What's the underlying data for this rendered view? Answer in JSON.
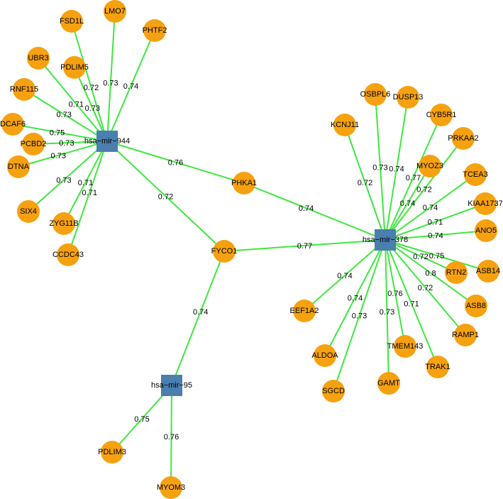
{
  "colors": {
    "edge": "#3ee83e",
    "gene_node": "#f6a10f",
    "mirna_node": "#4a7fae",
    "background": "#ffffff"
  },
  "nodes": [
    {
      "id": "m944",
      "label": "hsa−mir−944",
      "shape": "square"
    },
    {
      "id": "m378",
      "label": "hsa−mir−378",
      "shape": "square"
    },
    {
      "id": "m95",
      "label": "hsa−mir−95",
      "shape": "square"
    },
    {
      "id": "FSD1L",
      "label": "FSD1L",
      "shape": "circle"
    },
    {
      "id": "LMO7",
      "label": "LMO7",
      "shape": "circle"
    },
    {
      "id": "PHTF2",
      "label": "PHTF2",
      "shape": "circle"
    },
    {
      "id": "UBR3",
      "label": "UBR3",
      "shape": "circle"
    },
    {
      "id": "PDLIM5",
      "label": "PDLIM5",
      "shape": "circle"
    },
    {
      "id": "RNF115",
      "label": "RNF115",
      "shape": "circle"
    },
    {
      "id": "DCAF6",
      "label": "DCAF6",
      "shape": "circle"
    },
    {
      "id": "PCBD2",
      "label": "PCBD2",
      "shape": "circle"
    },
    {
      "id": "DTNA",
      "label": "DTNA",
      "shape": "circle"
    },
    {
      "id": "SIX4",
      "label": "SIX4",
      "shape": "circle"
    },
    {
      "id": "ZYG11B",
      "label": "ZYG11B",
      "shape": "circle"
    },
    {
      "id": "CCDC43",
      "label": "CCDC43",
      "shape": "circle"
    },
    {
      "id": "PHKA1",
      "label": "PHKA1",
      "shape": "circle"
    },
    {
      "id": "FYCO1",
      "label": "FYCO1",
      "shape": "circle"
    },
    {
      "id": "OSBPL6",
      "label": "OSBPL6",
      "shape": "circle"
    },
    {
      "id": "DUSP13",
      "label": "DUSP13",
      "shape": "circle"
    },
    {
      "id": "KCNJ11",
      "label": "KCNJ11",
      "shape": "circle"
    },
    {
      "id": "CYB5R1",
      "label": "CYB5R1",
      "shape": "circle"
    },
    {
      "id": "PRKAA2",
      "label": "PRKAA2",
      "shape": "circle"
    },
    {
      "id": "MYOZ3",
      "label": "MYOZ3",
      "shape": "circle"
    },
    {
      "id": "TCEA3",
      "label": "TCEA3",
      "shape": "circle"
    },
    {
      "id": "KIAA1737",
      "label": "KIAA1737",
      "shape": "circle"
    },
    {
      "id": "ANO5",
      "label": "ANO5",
      "shape": "circle"
    },
    {
      "id": "ASB14",
      "label": "ASB14",
      "shape": "circle"
    },
    {
      "id": "RTN2",
      "label": "RTN2",
      "shape": "circle"
    },
    {
      "id": "ASB8",
      "label": "ASB8",
      "shape": "circle"
    },
    {
      "id": "RAMP1",
      "label": "RAMP1",
      "shape": "circle"
    },
    {
      "id": "TRAK1",
      "label": "TRAK1",
      "shape": "circle"
    },
    {
      "id": "TMEM143",
      "label": "TMEM143",
      "shape": "circle"
    },
    {
      "id": "GAMT",
      "label": "GAMT",
      "shape": "circle"
    },
    {
      "id": "SGCD",
      "label": "SGCD",
      "shape": "circle"
    },
    {
      "id": "ALDOA",
      "label": "ALDOA",
      "shape": "circle"
    },
    {
      "id": "EEF1A2",
      "label": "EEF1A2",
      "shape": "circle"
    },
    {
      "id": "PDLIM3",
      "label": "PDLIM3",
      "shape": "circle"
    },
    {
      "id": "MYOM3",
      "label": "MYOM3",
      "shape": "circle"
    }
  ],
  "edges": [
    {
      "source": "m944",
      "target": "FSD1L",
      "weight": "0.72"
    },
    {
      "source": "m944",
      "target": "LMO7",
      "weight": "0.73"
    },
    {
      "source": "m944",
      "target": "PHTF2",
      "weight": "0.74"
    },
    {
      "source": "m944",
      "target": "UBR3",
      "weight": "0.71"
    },
    {
      "source": "m944",
      "target": "PDLIM5",
      "weight": "0.73"
    },
    {
      "source": "m944",
      "target": "RNF115",
      "weight": "0.73"
    },
    {
      "source": "m944",
      "target": "DCAF6",
      "weight": "0.75"
    },
    {
      "source": "m944",
      "target": "PCBD2",
      "weight": "0.73"
    },
    {
      "source": "m944",
      "target": "DTNA",
      "weight": "0.73"
    },
    {
      "source": "m944",
      "target": "SIX4",
      "weight": "0.73"
    },
    {
      "source": "m944",
      "target": "ZYG11B",
      "weight": "0.71"
    },
    {
      "source": "m944",
      "target": "CCDC43",
      "weight": "0.71"
    },
    {
      "source": "m944",
      "target": "PHKA1",
      "weight": "0.76"
    },
    {
      "source": "m944",
      "target": "FYCO1",
      "weight": "0.72"
    },
    {
      "source": "m378",
      "target": "PHKA1",
      "weight": "0.74"
    },
    {
      "source": "m378",
      "target": "FYCO1",
      "weight": "0.77"
    },
    {
      "source": "m378",
      "target": "OSBPL6",
      "weight": "0.73"
    },
    {
      "source": "m378",
      "target": "DUSP13",
      "weight": "0.74"
    },
    {
      "source": "m378",
      "target": "KCNJ11",
      "weight": "0.72"
    },
    {
      "source": "m378",
      "target": "CYB5R1",
      "weight": "0.77"
    },
    {
      "source": "m378",
      "target": "PRKAA2",
      "weight": "0.72"
    },
    {
      "source": "m378",
      "target": "MYOZ3",
      "weight": "0.74"
    },
    {
      "source": "m378",
      "target": "TCEA3",
      "weight": "0.74"
    },
    {
      "source": "m378",
      "target": "KIAA1737",
      "weight": "0.71"
    },
    {
      "source": "m378",
      "target": "ANO5",
      "weight": "0.74"
    },
    {
      "source": "m378",
      "target": "ASB14",
      "weight": "0.75"
    },
    {
      "source": "m378",
      "target": "RTN2",
      "weight": "0.72"
    },
    {
      "source": "m378",
      "target": "ASB8",
      "weight": "0.8"
    },
    {
      "source": "m378",
      "target": "RAMP1",
      "weight": "0.72"
    },
    {
      "source": "m378",
      "target": "TRAK1",
      "weight": "0.71"
    },
    {
      "source": "m378",
      "target": "TMEM143",
      "weight": "0.76"
    },
    {
      "source": "m378",
      "target": "GAMT",
      "weight": "0.73"
    },
    {
      "source": "m378",
      "target": "SGCD",
      "weight": "0.73"
    },
    {
      "source": "m378",
      "target": "ALDOA",
      "weight": "0.74"
    },
    {
      "source": "m378",
      "target": "EEF1A2",
      "weight": "0.74"
    },
    {
      "source": "m95",
      "target": "FYCO1",
      "weight": "0.74"
    },
    {
      "source": "m95",
      "target": "PDLIM3",
      "weight": "0.75"
    },
    {
      "source": "m95",
      "target": "MYOM3",
      "weight": "0.76"
    }
  ]
}
